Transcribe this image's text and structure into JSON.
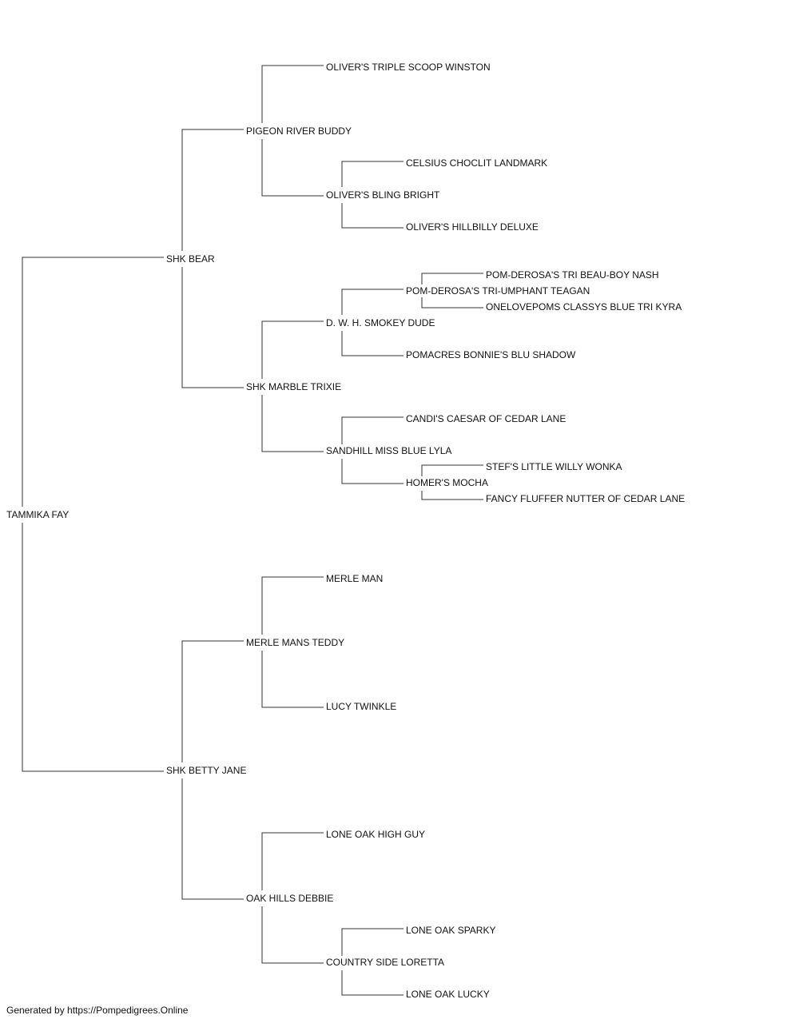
{
  "pedigree": {
    "root": {
      "name": "TAMMIKA FAY"
    },
    "sire": {
      "name": "SHK BEAR",
      "sire": {
        "name": "PIGEON RIVER BUDDY",
        "sire": {
          "name": "OLIVER'S TRIPLE SCOOP WINSTON"
        },
        "dam": {
          "name": "OLIVER'S BLING BRIGHT",
          "sire": {
            "name": "CELSIUS CHOCLIT LANDMARK"
          },
          "dam": {
            "name": "OLIVER'S HILLBILLY DELUXE"
          }
        }
      },
      "dam": {
        "name": "SHK MARBLE TRIXIE",
        "sire": {
          "name": "D. W. H. SMOKEY DUDE",
          "sire": {
            "name": "POM-DEROSA'S TRI-UMPHANT TEAGAN",
            "sire": {
              "name": "POM-DEROSA'S TRI BEAU-BOY NASH"
            },
            "dam": {
              "name": "ONELOVEPOMS CLASSYS BLUE TRI KYRA"
            }
          },
          "dam": {
            "name": "POMACRES BONNIE'S BLU SHADOW"
          }
        },
        "dam": {
          "name": "SANDHILL MISS BLUE LYLA",
          "sire": {
            "name": "CANDI'S CAESAR OF CEDAR LANE"
          },
          "dam": {
            "name": "HOMER'S MOCHA",
            "sire": {
              "name": "STEF'S LITTLE WILLY WONKA"
            },
            "dam": {
              "name": "FANCY FLUFFER NUTTER OF CEDAR LANE"
            }
          }
        }
      }
    },
    "dam": {
      "name": "SHK BETTY JANE",
      "sire": {
        "name": "MERLE MANS TEDDY",
        "sire": {
          "name": "MERLE MAN"
        },
        "dam": {
          "name": "LUCY TWINKLE"
        }
      },
      "dam": {
        "name": "OAK HILLS DEBBIE",
        "sire": {
          "name": "LONE OAK HIGH GUY"
        },
        "dam": {
          "name": "COUNTRY SIDE LORETTA",
          "sire": {
            "name": "LONE OAK SPARKY"
          },
          "dam": {
            "name": "LONE OAK LUCKY"
          }
        }
      }
    }
  },
  "footer": {
    "text": "Generated by https://Pompedigrees.Online"
  }
}
